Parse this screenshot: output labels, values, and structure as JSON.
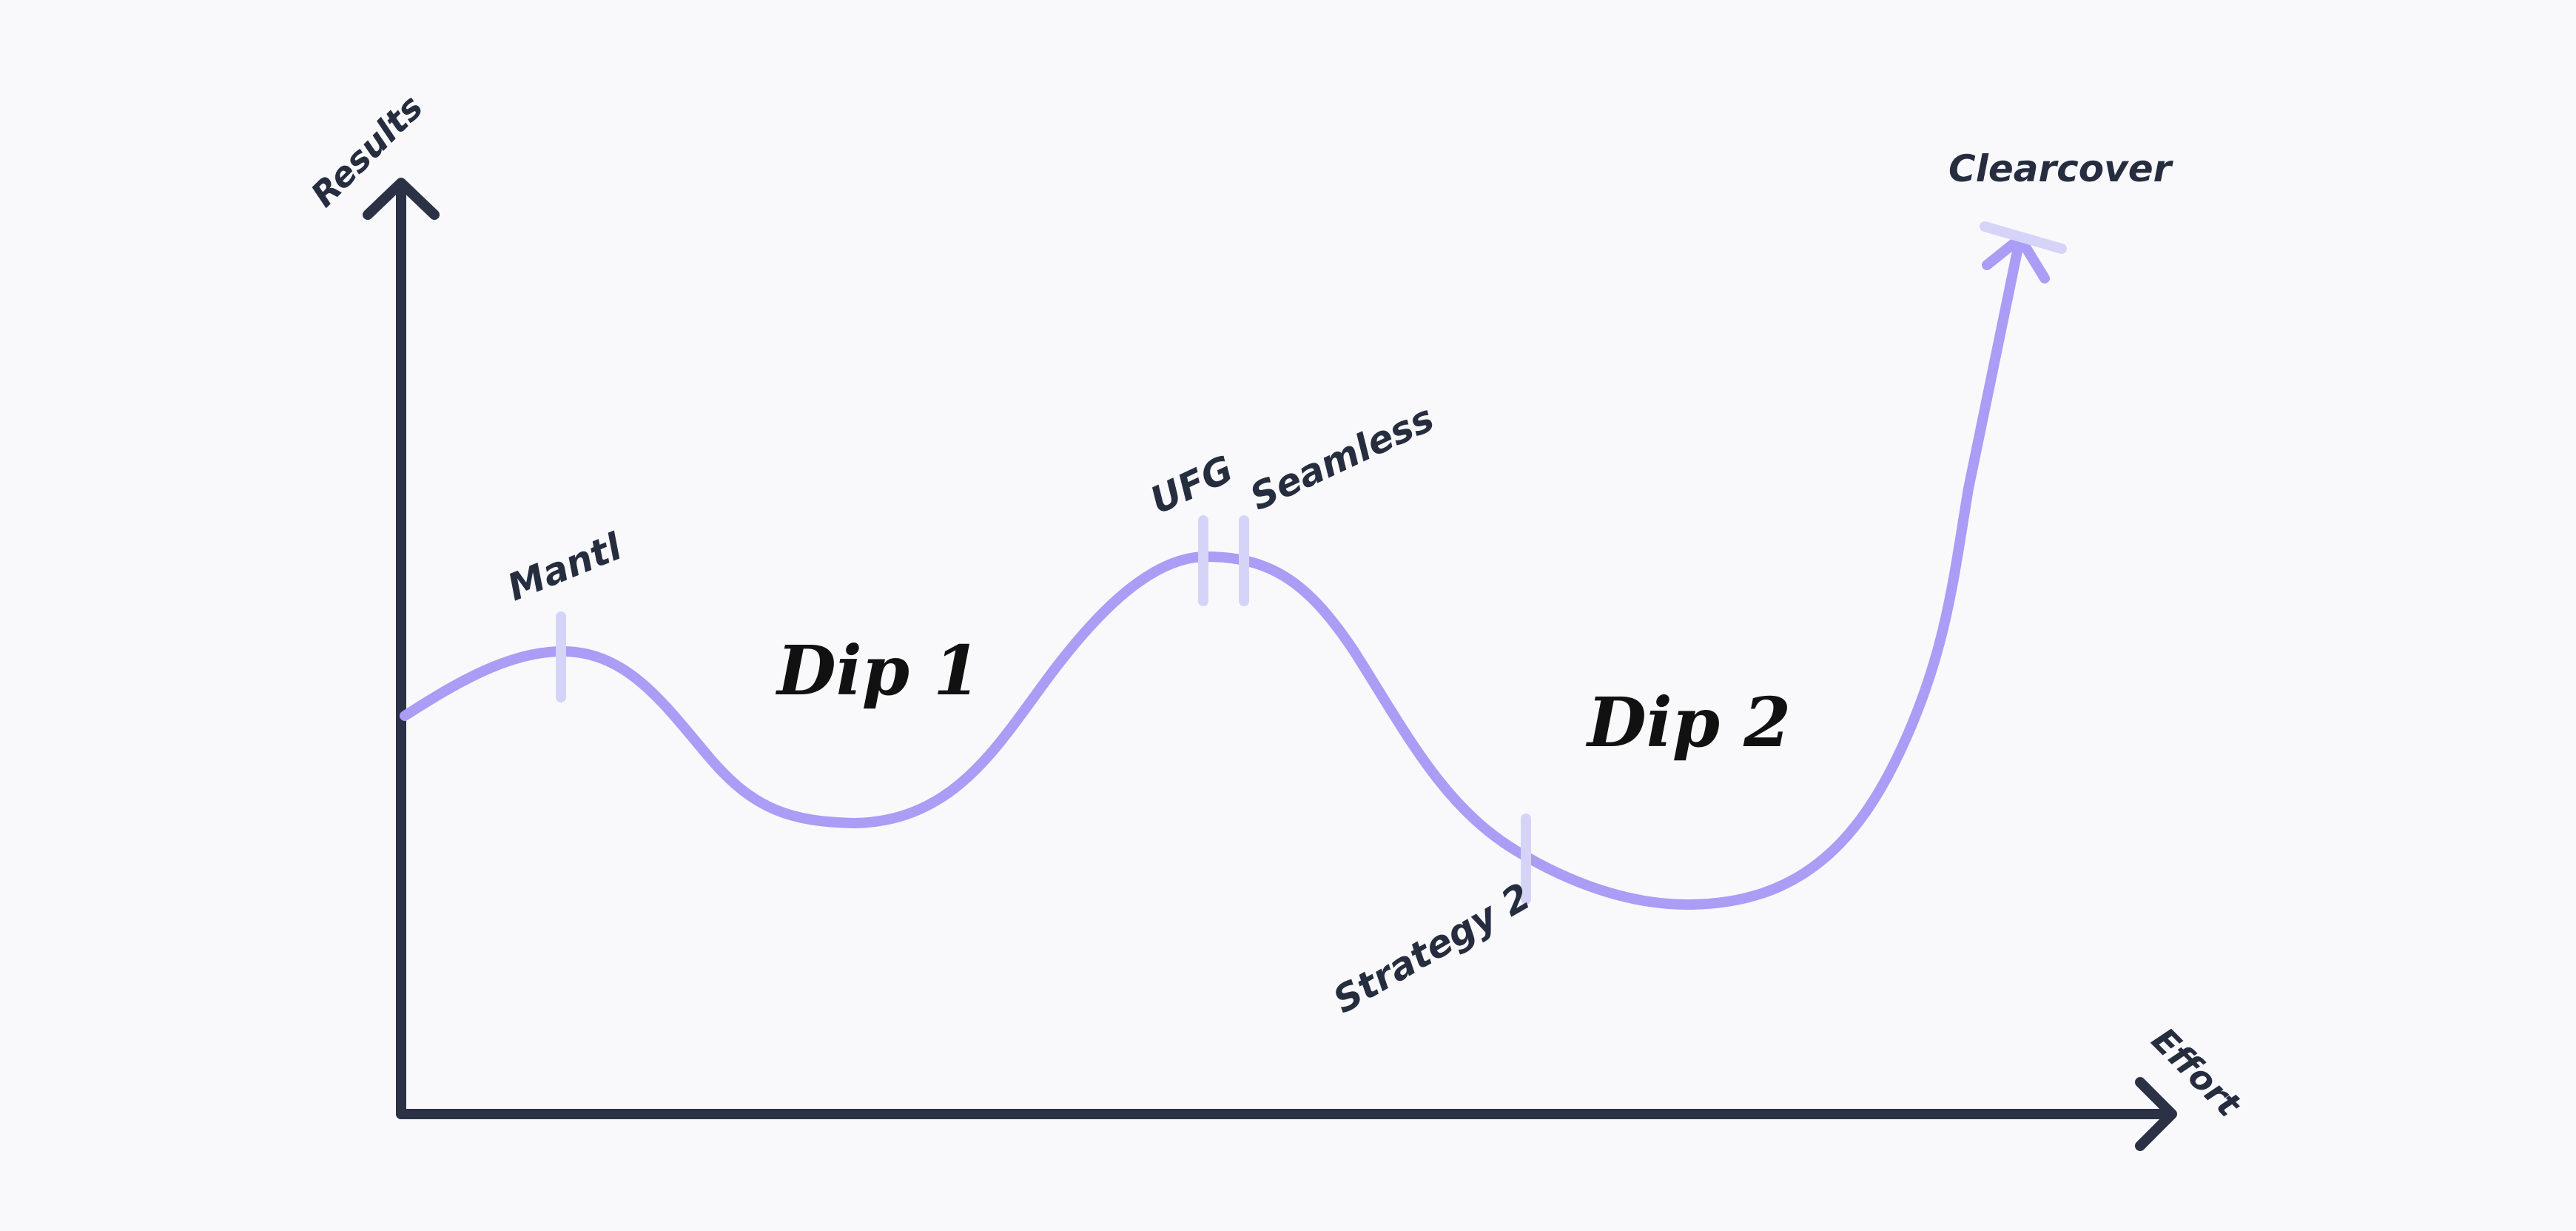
{
  "axes": {
    "y_label": "Results",
    "x_label": "Effort"
  },
  "markers": {
    "mantl": "Mantl",
    "ufg": "UFG",
    "seamless": "Seamless",
    "strategy2": "Strategy 2",
    "clearcover": "Clearcover"
  },
  "dips": {
    "dip1": "Dip 1",
    "dip2": "Dip 2"
  },
  "colors": {
    "axis": "#2b3245",
    "curve": "#ab9cf5",
    "tick": "#d5d4f8",
    "background": "#f9f9fc"
  }
}
